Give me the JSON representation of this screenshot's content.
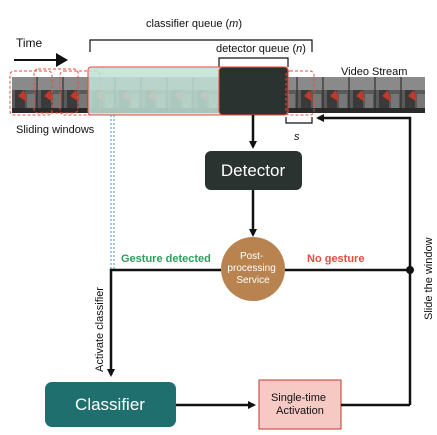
{
  "labels": {
    "time": "Time",
    "classifier_queue": "classifier queue (",
    "classifier_queue_var": "m",
    "detector_queue": "detector queue (",
    "detector_queue_var": "n",
    "paren_close": ")",
    "video_stream": "Video Stream",
    "sliding_windows": "Sliding windows",
    "stride": "s",
    "slide_the_window": "Slide the window",
    "activate_classifier": "Activate classifier",
    "gesture_detected": "Gesture detected",
    "no_gesture": "No gesture"
  },
  "nodes": {
    "detector": "Detector",
    "post_processing": [
      "Post-",
      "processing",
      "Service"
    ],
    "classifier": "Classifier",
    "single_time_activation": [
      "Single-time",
      "Activation"
    ]
  },
  "colors": {
    "detector_fill": "#2b3330",
    "post_processing_fill": "#b8834f",
    "classifier_fill": "#1e6f6e",
    "activation_fill": "#f7c9c4",
    "activation_border": "#c0392b",
    "classifier_queue_fill": "#bfe0d6",
    "window_border": "#e74c3c",
    "gesture_detected_text": "#2e9e5b",
    "no_gesture_text": "#e74c3c",
    "activate_line": "#4a90c8"
  }
}
